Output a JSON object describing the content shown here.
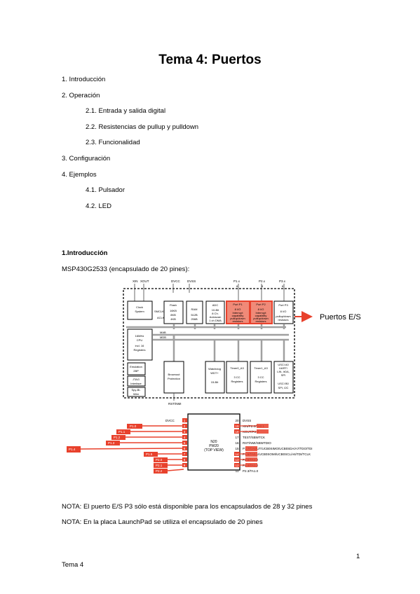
{
  "title": "Tema 4: Puertos",
  "toc": [
    {
      "label": "1. Introducción",
      "level": 1
    },
    {
      "label": "2. Operación",
      "level": 1
    },
    {
      "label": "2.1. Entrada y salida digital",
      "level": 2
    },
    {
      "label": "2.2. Resistencias de pullup y pulldown",
      "level": 2
    },
    {
      "label": "2.3. Funcionalidad",
      "level": 2
    },
    {
      "label": "3. Configuración",
      "level": 1
    },
    {
      "label": "4. Ejemplos",
      "level": 1
    },
    {
      "label": "4.1. Pulsador",
      "level": 2
    },
    {
      "label": "4.2. LED",
      "level": 2
    }
  ],
  "section": {
    "heading": "1.Introducción",
    "subtitle": "MSP430G2533 (encapsulado de 20 pines):"
  },
  "block_diagram": {
    "top_signals": [
      "XIN",
      "XOUT",
      "DVCC",
      "DVSS",
      "P1.x",
      "P2.x",
      "P3.x"
    ],
    "top_pin_counts": [
      "8",
      "8",
      "8"
    ],
    "blocks": [
      {
        "name": "clock",
        "lines": [
          "Clock",
          "System"
        ]
      },
      {
        "name": "flash",
        "lines": [
          "Flash",
          "16KB",
          "8KB",
          "4KB"
        ]
      },
      {
        "name": "ram",
        "lines": [
          "RAM",
          "512B",
          "256B"
        ]
      },
      {
        "name": "adc",
        "lines": [
          "ADC",
          "10-Bit",
          "8 Ch.",
          "Autoscan",
          "1 ch DMA"
        ]
      },
      {
        "name": "port-p1",
        "lines": [
          "Port P1",
          "8 I/O",
          "Interrupt",
          "capability",
          "pullup/down",
          "resistors"
        ]
      },
      {
        "name": "port-p2",
        "lines": [
          "Port P2",
          "8 I/O",
          "Interrupt",
          "capability",
          "pullup/down",
          "resistors"
        ]
      },
      {
        "name": "port-p3",
        "lines": [
          "Port P3",
          "8 I/O",
          "pullup/down",
          "resistors"
        ]
      },
      {
        "name": "cpu",
        "lines": [
          "16MHz",
          "CPU",
          "incl. 16",
          "Registers"
        ]
      },
      {
        "name": "emulation",
        "lines": [
          "Emulation",
          "2BP"
        ]
      },
      {
        "name": "jtag",
        "lines": [
          "JTAG",
          "Interface"
        ]
      },
      {
        "name": "spy-bi-wire",
        "lines": [
          "Spy-Bi-",
          "Wire"
        ]
      },
      {
        "name": "brownout",
        "lines": [
          "Brownout",
          "Protection"
        ]
      },
      {
        "name": "watchdog",
        "lines": [
          "Watchdog",
          "WDT+",
          "",
          "15-Bit"
        ]
      },
      {
        "name": "timer0",
        "lines": [
          "Timer0_A3",
          "",
          "3 CC",
          "Registers"
        ]
      },
      {
        "name": "timer1",
        "lines": [
          "Timer1_A3",
          "",
          "3 CC",
          "Registers"
        ]
      },
      {
        "name": "usci",
        "lines": [
          "USCI A0",
          "UART/",
          "LIN, IrDA,",
          "SPI",
          "",
          "USCI B0",
          "SPI, I2C"
        ]
      }
    ],
    "bus_labels": [
      "MCLK",
      "SMCLK",
      "ACLK",
      "MAB",
      "MDB"
    ],
    "bottom_signal": "RST/NMI",
    "callout": "Puertos E/S"
  },
  "pinout": {
    "chip_lines": [
      "N20",
      "PW20",
      "(TOP VIEW)"
    ],
    "left_pins": [
      {
        "num": "1",
        "label": "DVCC"
      },
      {
        "num": "2",
        "label": "P1.0"
      },
      {
        "num": "3",
        "label": "P1.1"
      },
      {
        "num": "4",
        "label": "P1.2"
      },
      {
        "num": "5",
        "label": "P1.3"
      },
      {
        "num": "6",
        "label": "P1.4"
      },
      {
        "num": "7",
        "label": "P1.5"
      },
      {
        "num": "8",
        "label": "P2.0"
      },
      {
        "num": "9",
        "label": "P2.1"
      },
      {
        "num": "10",
        "label": "P2.2"
      }
    ],
    "right_pins": [
      {
        "num": "20",
        "label": "DVSS"
      },
      {
        "num": "19",
        "label": "XIN/P2.6/TA0.1"
      },
      {
        "num": "18",
        "label": "XOUT/P2.7"
      },
      {
        "num": "17",
        "label": "TEST/SBWTCK"
      },
      {
        "num": "16",
        "label": "RST/NMI/SBWTDIO"
      },
      {
        "num": "15",
        "label": "P1.7/CAOUT/UCB0SIMO/UCB0SDA/A7/TDO/TDI"
      },
      {
        "num": "14",
        "label": "P1.6/TA0.1/UCB0SOMI/UCB0SCL/A6/TDI/TCLK"
      },
      {
        "num": "13",
        "label": "P2.5/TA1.2"
      },
      {
        "num": "12",
        "label": "P2.4/TA1.2"
      },
      {
        "num": "11",
        "label": "P2.3/TA1.0"
      }
    ]
  },
  "notes": [
    "NOTA: El puerto E/S P3 sólo está disponible para los encapsulados de 28 y 32 pines",
    "NOTA: En la placa LaunchPad se utiliza el encapsulado de 20 pines"
  ],
  "page_number": "1",
  "footer": "Tema 4",
  "colors": {
    "accent": "#e8412c",
    "port_fill": "#f08a78",
    "bus": "#a0a0a0"
  }
}
